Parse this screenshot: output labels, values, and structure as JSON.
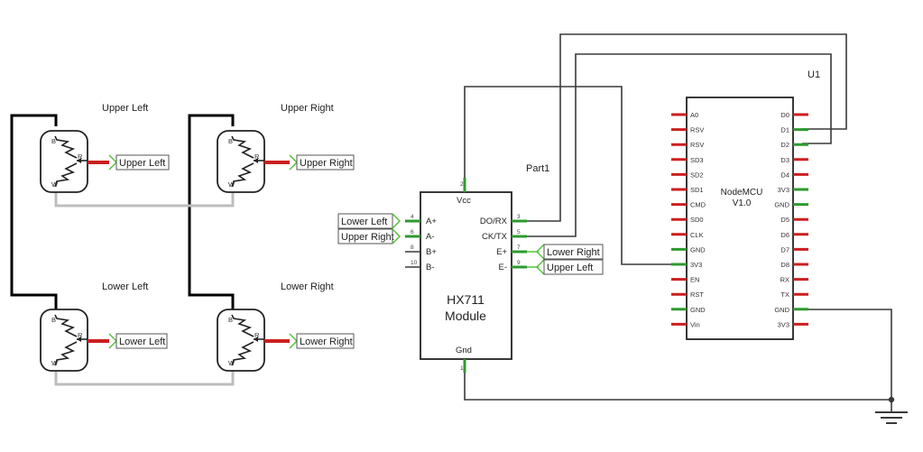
{
  "load_cells": [
    {
      "title": "Upper Left",
      "net": "Upper Left"
    },
    {
      "title": "Upper Right",
      "net": "Upper Right"
    },
    {
      "title": "Lower Left",
      "net": "Lower Left"
    },
    {
      "title": "Lower Right",
      "net": "Lower Right"
    }
  ],
  "cell_pins": {
    "b": "B",
    "r": "R",
    "w": "W"
  },
  "hx711": {
    "part": "Part1",
    "name_line1": "HX711",
    "name_line2": "Module",
    "vcc": "Vcc",
    "gnd": "Gnd",
    "vcc_num": "2",
    "gnd_num": "1",
    "left_pins": [
      {
        "label": "A+",
        "num": "4",
        "net": "Lower Left"
      },
      {
        "label": "A-",
        "num": "6",
        "net": "Upper Right"
      },
      {
        "label": "B+",
        "num": "8",
        "net": ""
      },
      {
        "label": "B-",
        "num": "10",
        "net": ""
      }
    ],
    "right_pins": [
      {
        "label": "DO/RX",
        "num": "3",
        "net": ""
      },
      {
        "label": "CK/TX",
        "num": "5",
        "net": ""
      },
      {
        "label": "E+",
        "num": "7",
        "net": "Lower Right"
      },
      {
        "label": "E-",
        "num": "9",
        "net": "Upper Left"
      }
    ]
  },
  "nodemcu": {
    "ref": "U1",
    "name_line1": "NodeMCU",
    "name_line2": "V1.0",
    "left_pins": [
      "A0",
      "RSV",
      "RSV",
      "SD3",
      "SD2",
      "SD1",
      "CMD",
      "SD0",
      "CLK",
      "GND",
      "3V3",
      "EN",
      "RST",
      "GND",
      "Vin"
    ],
    "right_pins": [
      "D0",
      "D1",
      "D2",
      "D3",
      "D4",
      "3V3",
      "GND",
      "D5",
      "D6",
      "D7",
      "D8",
      "RX",
      "TX",
      "GND",
      "3V3"
    ],
    "left_connected": [
      9,
      10,
      13
    ],
    "right_connected": [
      1,
      2,
      5,
      6,
      13
    ]
  },
  "colors": {
    "wire": "#3a3a3a",
    "wire_light": "#bdbdbd",
    "bridge": "#000000",
    "pin_red": "#cc1f1f",
    "pin_green": "#2e9a2e",
    "flag_green": "#56c23e"
  }
}
